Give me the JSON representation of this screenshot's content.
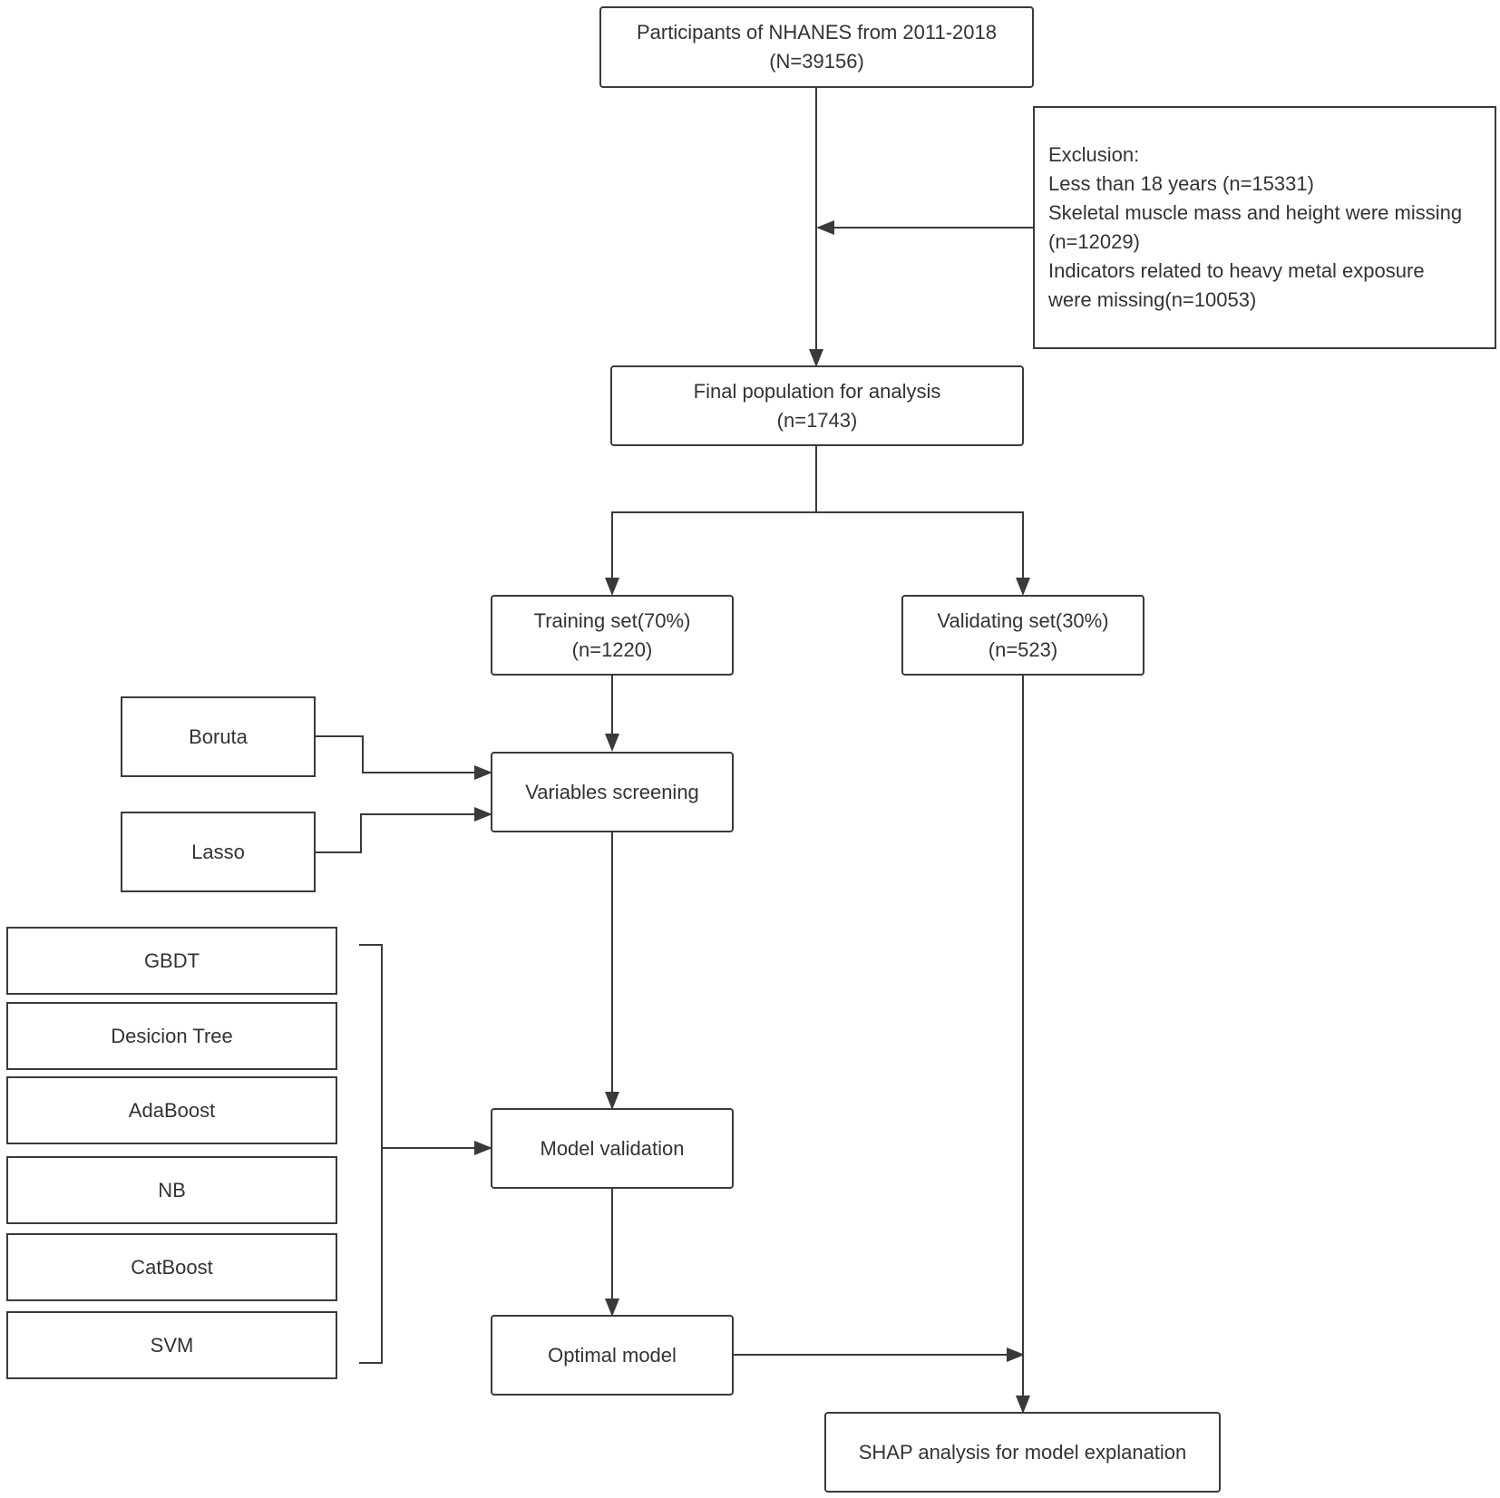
{
  "start": {
    "line1": "Participants of NHANES from 2011-2018",
    "line2": "(N=39156)"
  },
  "exclusion": {
    "heading": "Exclusion:",
    "lines": [
      "Less than 18 years (n=15331)",
      "Skeletal muscle mass and height were missing",
      "(n=12029)",
      "Indicators related to heavy metal exposure",
      "were missing(n=10053)"
    ]
  },
  "final_population": {
    "line1": "Final population for analysis",
    "line2": "(n=1743)"
  },
  "training_set": {
    "line1": "Training set(70%)",
    "line2": "(n=1220)"
  },
  "validating_set": {
    "line1": "Validating set(30%)",
    "line2": "(n=523)"
  },
  "feature_methods": [
    "Boruta",
    "Lasso"
  ],
  "variables_screening": "Variables screening",
  "models": [
    "GBDT",
    "Desicion Tree",
    "AdaBoost",
    "NB",
    "CatBoost",
    "SVM"
  ],
  "model_validation": "Model validation",
  "optimal_model": "Optimal model",
  "shap": "SHAP analysis for model explanation"
}
